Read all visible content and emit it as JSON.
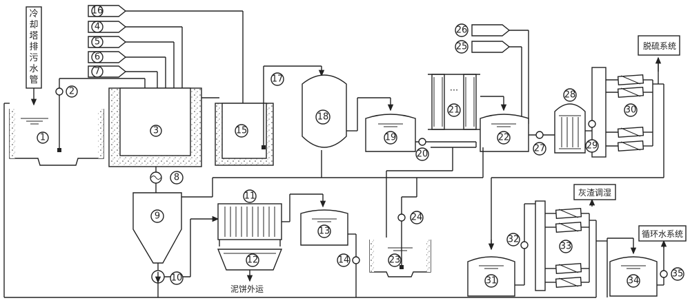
{
  "labels": {
    "cooling_tower_pipe": [
      "冷",
      "却",
      "塔",
      "排",
      "污",
      "水",
      "管"
    ],
    "desulfurization": "脱硫系统",
    "ash_slag": "灰渣调湿",
    "circulating_water": "循环水系统",
    "filter_cake": "泥饼外运",
    "dots": "..."
  },
  "numbers": {
    "n1": "1",
    "n2": "2",
    "n3": "3",
    "n4": "4",
    "n5": "5",
    "n6": "6",
    "n7": "7",
    "n8": "8",
    "n9": "9",
    "n10": "10",
    "n11": "11",
    "n12": "12",
    "n13": "13",
    "n14": "14",
    "n15": "15",
    "n16": "16",
    "n17": "17",
    "n18": "18",
    "n19": "19",
    "n20": "20",
    "n21": "21",
    "n22": "22",
    "n23": "23",
    "n24": "24",
    "n25": "25",
    "n26": "26",
    "n27": "27",
    "n28": "28",
    "n29": "29",
    "n30": "30",
    "n31": "31",
    "n32": "32",
    "n33": "33",
    "n34": "34",
    "n35": "35"
  }
}
